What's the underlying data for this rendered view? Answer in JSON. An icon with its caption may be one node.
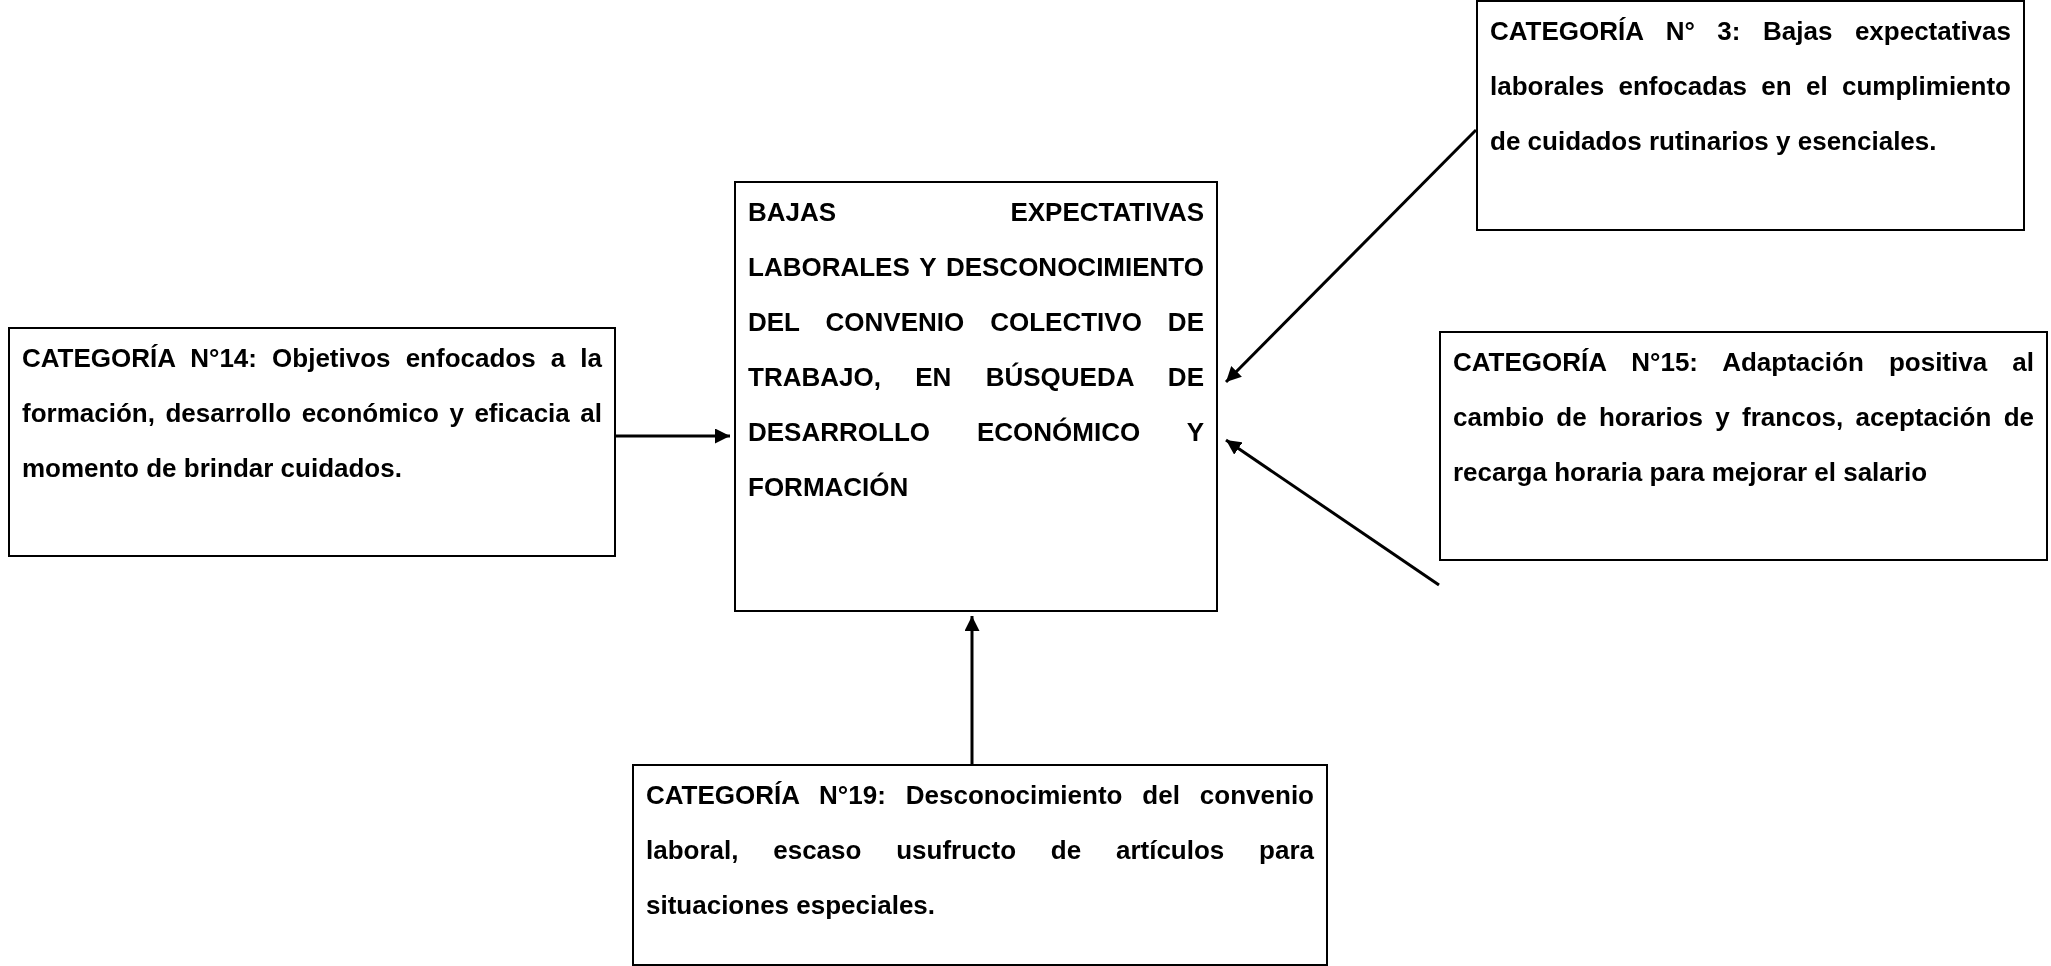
{
  "diagram": {
    "nodes": [
      {
        "text": [
          "CATEGORÍA N° 3: Bajas expectativas laborales enfocadas en el cumplimiento de cuidados rutinarios y esenciales."
        ]
      },
      {
        "text": [
          "BAJAS EXPECTATIVAS LABORALES Y DESCONOCIMIENTO DEL CONVENIO COLECTIVO DE TRABAJO, EN BÚSQUEDA DE DESARROLLO ECONÓMICO Y FORMACIÓN"
        ]
      },
      {
        "text": [
          "CATEGORÍA N°14: Objetivos enfocados a la formación, desarrollo económico y eficacia al momento de brindar cuidados."
        ]
      },
      {
        "text": [
          "CATEGORÍA N°15: Adaptación positiva al cambio de horarios y francos, aceptación de recarga horaria para mejorar el salario"
        ]
      },
      {
        "text": [
          "CATEGORÍA N°19: Desconocimiento del convenio laboral, escaso usufructo de artículos para situaciones especiales."
        ]
      }
    ],
    "edges": [
      {
        "from": 0,
        "to": 1,
        "arrow": "to"
      },
      {
        "from": 2,
        "to": 1,
        "arrow": "to"
      },
      {
        "from": 3,
        "to": 1,
        "arrow": "to"
      },
      {
        "from": 4,
        "to": 1,
        "arrow": "to"
      }
    ]
  }
}
